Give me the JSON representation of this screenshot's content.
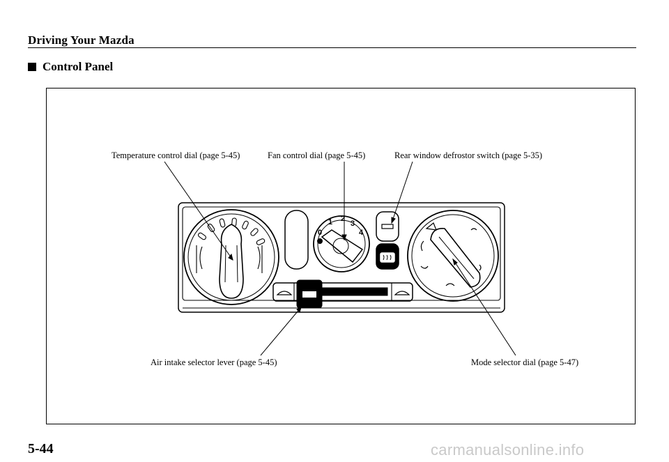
{
  "header": {
    "title": "Driving Your Mazda"
  },
  "section": {
    "title": "Control Panel"
  },
  "labels": {
    "temperature": "Temperature control dial (page 5-45)",
    "fan": "Fan control dial (page 5-45)",
    "rear_defroster": "Rear window defrostor switch (page 5-35)",
    "air_intake": "Air intake selector lever (page 5-45)",
    "mode": "Mode selector dial (page 5-47)"
  },
  "fan_dial": {
    "marks": [
      "0",
      "1",
      "2",
      "3",
      "4"
    ]
  },
  "footer": {
    "page_number": "5-44",
    "watermark": "carmanualsonline.info"
  }
}
